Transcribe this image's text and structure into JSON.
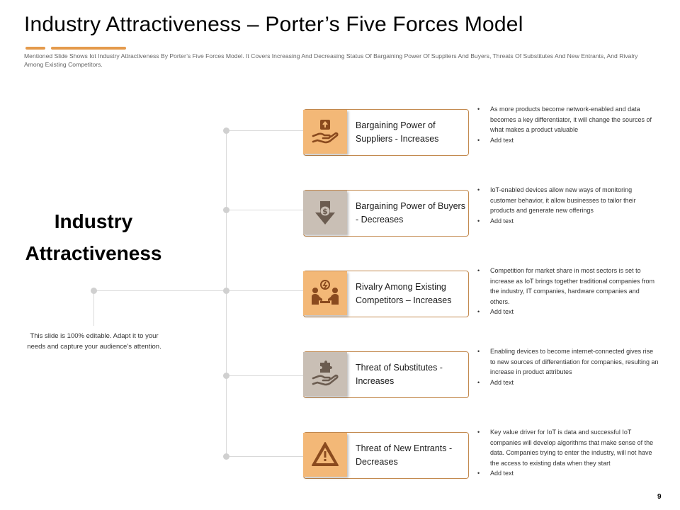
{
  "slide": {
    "title": "Industry Attractiveness – Porter’s Five Forces Model",
    "subtitle": "Mentioned Slide Shows Iot Industry Attractiveness By Porter’s Five Forces Model. It Covers Increasing And Decreasing Status Of Bargaining Power Of Suppliers And Buyers, Threats Of Substitutes And New Entrants, And Rivalry Among Existing Competitors.",
    "center_title": "Industry Attractiveness",
    "editable_note": "This slide is 100% editable. Adapt it to your needs and capture your audience’s attention.",
    "page_number": "9",
    "accent_color": "#e49a4c",
    "gray_color": "#c6bbb0"
  },
  "forces": [
    {
      "label": "Bargaining Power of Suppliers - Increases",
      "icon": "hand-upload-icon",
      "icon_bg": "#f3b877",
      "bullets": [
        "As more products become network-enabled and data becomes a key differentiator, it will change the sources of what makes a product valuable",
        "Add text"
      ]
    },
    {
      "label": "Bargaining Power of Buyers - Decreases",
      "icon": "dollar-down-arrow-icon",
      "icon_bg": "#c9bfb5",
      "bullets": [
        "IoT-enabled devices allow new ways of monitoring customer behavior, it allow businesses to tailor their products and generate new offerings",
        "Add text"
      ]
    },
    {
      "label": "Rivalry Among Existing Competitors – Increases",
      "icon": "competitors-icon",
      "icon_bg": "#f3b877",
      "bullets": [
        "Competition for market share in most sectors is set to increase as IoT brings together traditional companies from the industry, IT companies, hardware companies and others.",
        "Add text"
      ]
    },
    {
      "label": "Threat of Substitutes - Increases",
      "icon": "hand-puzzle-icon",
      "icon_bg": "#c9bfb5",
      "bullets": [
        "Enabling devices to become internet-connected gives rise to new sources of differentiation for companies, resulting an increase in product attributes",
        "Add text"
      ]
    },
    {
      "label": "Threat of New Entrants - Decreases",
      "icon": "warning-icon",
      "icon_bg": "#f3b877",
      "bullets": [
        "Key value driver for IoT is data and successful IoT companies will develop algorithms that make sense of the data. Companies trying to enter the industry, will not have the access to existing data when they start",
        "Add text"
      ]
    }
  ]
}
